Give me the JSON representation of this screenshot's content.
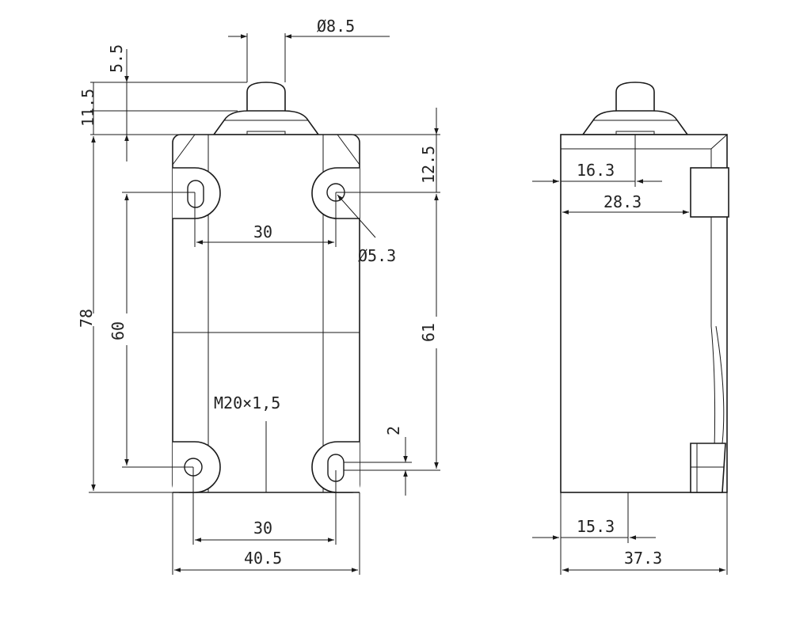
{
  "colors": {
    "line": "#1a1a1a",
    "background": "#ffffff"
  },
  "front_view": {
    "dim_plunger_diameter": "Ø8.5",
    "dim_plunger_height": "5.5",
    "dim_head_height": "11.5",
    "dim_top_to_hole": "12.5",
    "dim_total_height": "78",
    "dim_hole_vertical": "60",
    "dim_hole_to_bottom": "61",
    "dim_hole_spacing_top": "30",
    "dim_hole_diameter": "Ø5.3",
    "dim_thread": "M20×1,5",
    "dim_slot": "2",
    "dim_hole_spacing_bottom": "30",
    "dim_total_width": "40.5"
  },
  "side_view": {
    "dim_plunger_offset": "16.3",
    "dim_inner_depth": "28.3",
    "dim_thread_offset": "15.3",
    "dim_total_depth": "37.3"
  }
}
